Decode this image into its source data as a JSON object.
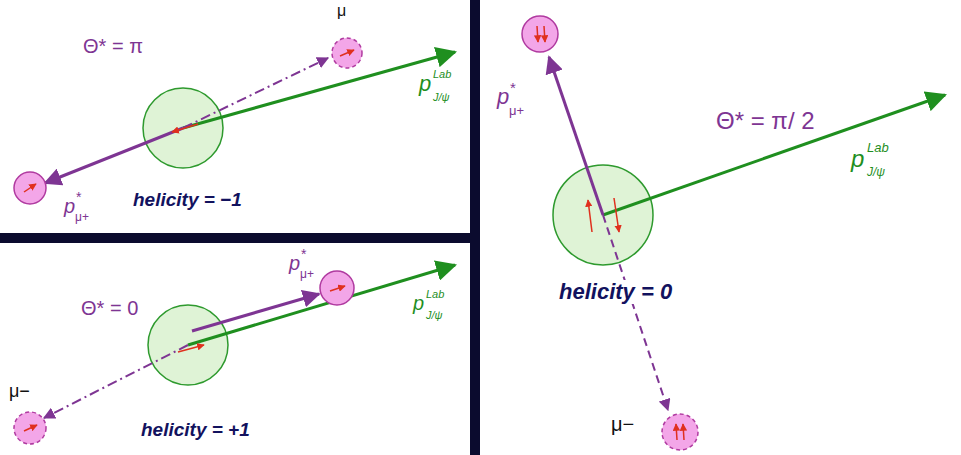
{
  "diagram": {
    "labels": [
      "Θ* = π",
      "μ",
      "p",
      "Lab",
      "J/ψ",
      "p",
      "*",
      "μ+",
      "helicity = −1",
      "Θ* = 0",
      "p",
      "*",
      "μ+",
      "p",
      "Lab",
      "J/ψ",
      "μ−",
      "helicity = +1",
      "p",
      "*",
      "μ+",
      "Θ* = π/ 2",
      "p",
      "Lab",
      "J/ψ",
      "helicity = 0",
      "μ−"
    ]
  }
}
